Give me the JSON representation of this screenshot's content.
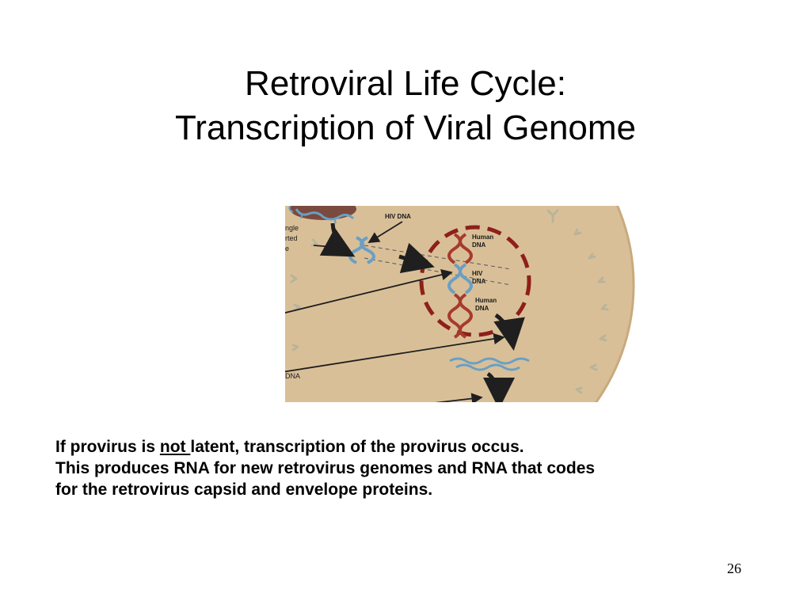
{
  "slide": {
    "title_line1": "Retroviral Life Cycle:",
    "title_line2": "Transcription of Viral Genome",
    "body": {
      "line1_pre": "If provirus is ",
      "line1_emph": "not ",
      "line1_post": "latent, transcription of the provirus occus.",
      "line2": "This produces RNA for new retrovirus genomes and RNA that codes",
      "line3": "for the retrovirus capsid and envelope proteins."
    },
    "page_number": "26"
  },
  "figure": {
    "labels": {
      "hiv_dna_top": "HIV DNA",
      "human_dna_1a": "Human",
      "human_dna_1b": "DNA",
      "hiv_dna_mid_a": "HIV",
      "hiv_dna_mid_b": "DNA",
      "human_dna_2a": "Human",
      "human_dna_2b": "DNA",
      "edge_1": "ngle",
      "edge_2": "rted",
      "edge_3": "e",
      "edge_dna": "DNA"
    },
    "colors": {
      "cell": "#d9bf98",
      "cell_border": "#c9aa7c",
      "nucleus_dash": "#8e1f1b",
      "human_dna": "#a63a2e",
      "hiv_dna": "#6a9fc4",
      "arrow": "#1f1f1f",
      "receptor": "#b8b49a"
    }
  }
}
